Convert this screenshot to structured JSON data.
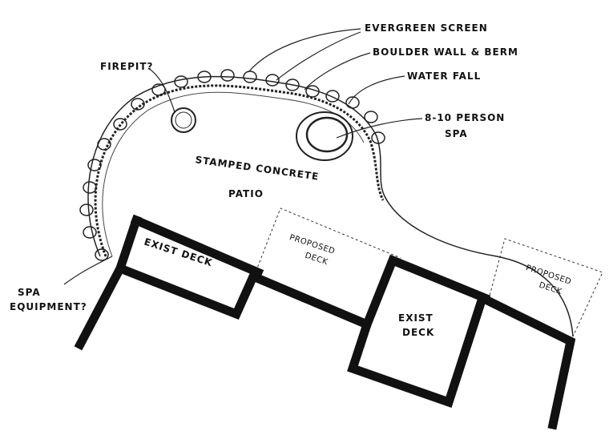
{
  "labels": {
    "evergreen": "Evergreen Screen",
    "boulder": "Boulder Wall & Berm",
    "waterfall": "Water Fall",
    "spa_line1": "8-10 Person",
    "spa_line2": "Spa",
    "firepit": "Firepit?",
    "patio_line1": "Stamped Concrete",
    "patio_line2": "Patio",
    "exist_deck_left": "Exist Deck",
    "proposed_deck_middle_1": "Proposed",
    "proposed_deck_middle_2": "Deck",
    "exist_deck_center_1": "Exist",
    "exist_deck_center_2": "Deck",
    "proposed_deck_right_1": "Proposed",
    "proposed_deck_right_2": "Deck",
    "spa_equipment_1": "Spa",
    "spa_equipment_2": "Equipment?"
  },
  "colors": {
    "ink": "#111111",
    "paper": "#ffffff"
  }
}
